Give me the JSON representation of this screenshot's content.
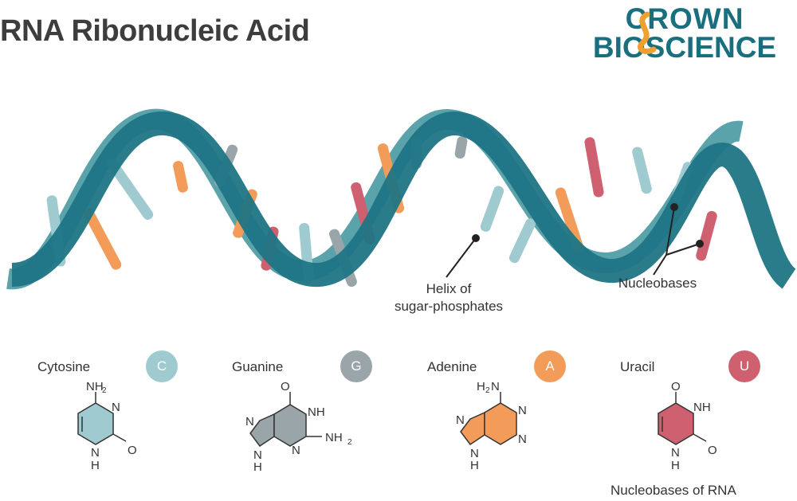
{
  "title": "RNA Ribonucleic Acid",
  "logo": {
    "line1": "CROWN",
    "line2": "BIOSCIENCE"
  },
  "callouts": {
    "backbone": [
      "Helix of",
      "sugar-phosphates"
    ],
    "nucleobases": "Nucleobases"
  },
  "bases": [
    {
      "name": "Cytosine",
      "letter": "C",
      "color": "#9ecad0"
    },
    {
      "name": "Guanine",
      "letter": "G",
      "color": "#9aa5aa"
    },
    {
      "name": "Adenine",
      "letter": "A",
      "color": "#f39c5a"
    },
    {
      "name": "Uracil",
      "letter": "U",
      "color": "#cf6070"
    }
  ],
  "molecule_labels": {
    "cytosine": {
      "nh2": "NH",
      "sub2": "2",
      "n": "N",
      "o": "O",
      "nh": "N",
      "h": "H"
    },
    "guanine": {
      "o": "O",
      "nh": "NH",
      "nh2": "NH",
      "sub2": "2",
      "n1": "N",
      "n2": "N",
      "n3": "N",
      "h": "H"
    },
    "adenine": {
      "h2n": "H",
      "sub2": "2",
      "n_amine": "N",
      "n1": "N",
      "n2": "N",
      "n3": "N",
      "n4": "N",
      "h": "H"
    },
    "uracil": {
      "o1": "O",
      "nh": "NH",
      "o2": "O",
      "n": "N",
      "h": "H"
    }
  },
  "footer": "Nucleobases of RNA",
  "colors": {
    "strand_dark": "#1f7585",
    "strand_light": "#5ba3ab",
    "logo_teal": "#1a6f7e",
    "logo_orange": "#f0a030"
  }
}
